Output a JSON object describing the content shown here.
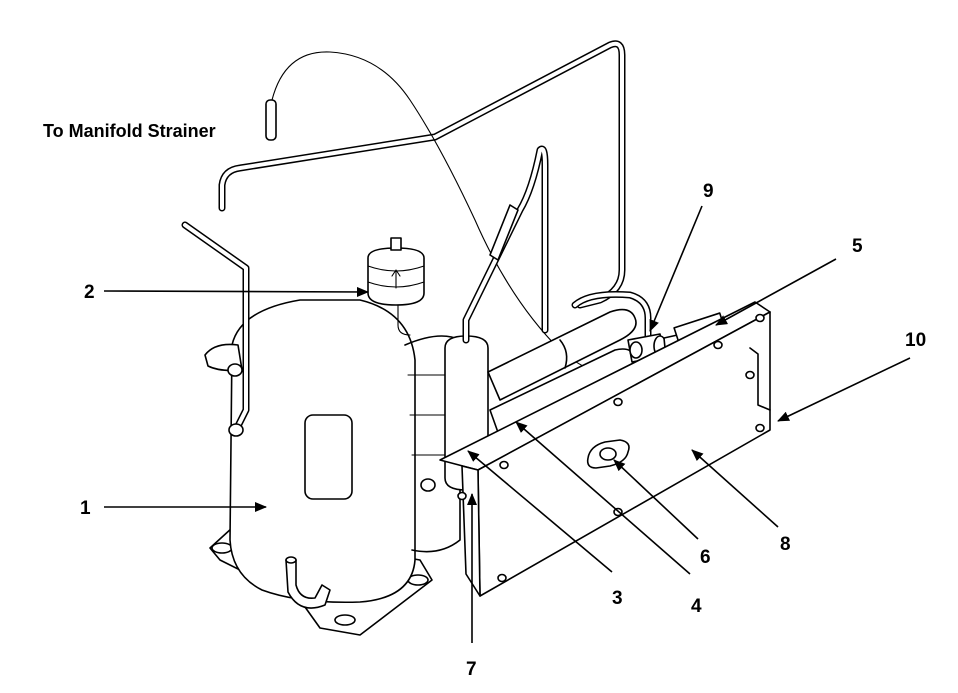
{
  "caption": "To Manifold Strainer",
  "callouts": [
    {
      "id": "1",
      "label": "1"
    },
    {
      "id": "2",
      "label": "2"
    },
    {
      "id": "3",
      "label": "3"
    },
    {
      "id": "4",
      "label": "4"
    },
    {
      "id": "5",
      "label": "5"
    },
    {
      "id": "6",
      "label": "6"
    },
    {
      "id": "7",
      "label": "7"
    },
    {
      "id": "8",
      "label": "8"
    },
    {
      "id": "9",
      "label": "9"
    },
    {
      "id": "10",
      "label": "10"
    }
  ]
}
